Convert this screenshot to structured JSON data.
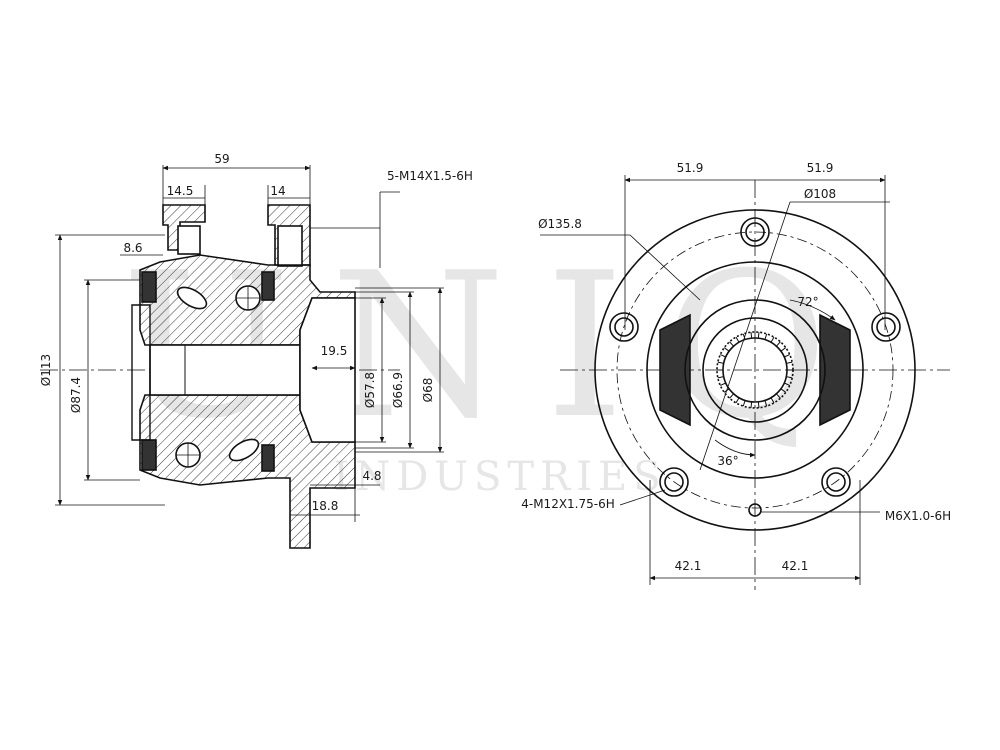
{
  "watermark": {
    "brand": "UNIQ",
    "sub": "INDUSTRIES"
  },
  "side_view": {
    "dims": {
      "d59": "59",
      "d14_5": "14.5",
      "d14": "14",
      "d8_6": "8.6",
      "thread_bolt": "5-M14X1.5-6H",
      "d113": "Ø113",
      "d87_4": "Ø87.4",
      "d19_5": "19.5",
      "d57_8": "Ø57.8",
      "d66_9": "Ø66.9",
      "d68": "Ø68",
      "d4_8": "4.8",
      "d18_8": "18.8"
    }
  },
  "front_view": {
    "dims": {
      "d51_9_left": "51.9",
      "d51_9_right": "51.9",
      "d108": "Ø108",
      "d135_8": "Ø135.8",
      "angle72": "72°",
      "angle36": "36°",
      "thread_m12": "4-M12X1.75-6H",
      "thread_m6": "M6X1.0-6H",
      "d42_1_left": "42.1",
      "d42_1_right": "42.1"
    }
  }
}
